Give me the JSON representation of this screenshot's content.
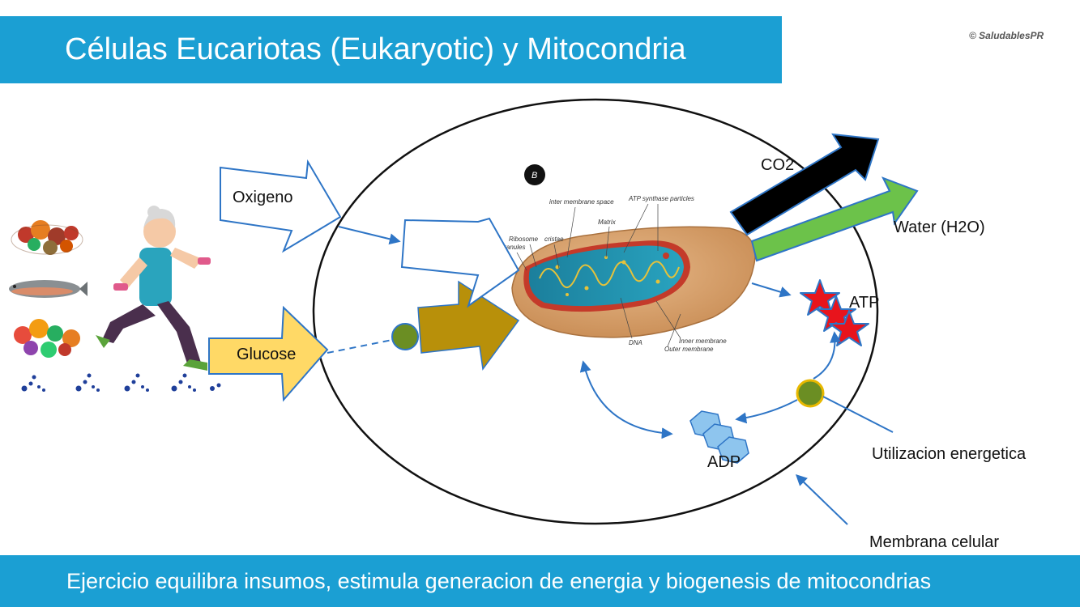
{
  "header": {
    "title": "Células Eucariotas (Eukaryotic) y  Mitocondria",
    "copyright": "© SaludablesPR"
  },
  "labels": {
    "oxygen": "Oxigeno",
    "glucose": "Glucose",
    "co2": "CO2",
    "water": "Water (H2O)",
    "atp": "ATP",
    "adp": "ADP",
    "energy_use": "Utilizacion energetica",
    "membrane": "Membrana celular"
  },
  "mitochondria": {
    "badge": "B",
    "parts": [
      "inter membrane space",
      "ATP synthase particles",
      "Matrix",
      "Ribosome",
      "cristae",
      "Granules",
      "DNA",
      "Inner membrane",
      "Outer membrane"
    ]
  },
  "footer": {
    "text": "Ejercicio equilibra insumos, estimula generacion de energia y biogenesis de mitocondrias"
  },
  "colors": {
    "band": "#1b9fd3",
    "glucose_arrow": "#ffd966",
    "glucose_dark_arrow": "#b8900a",
    "water_arrow": "#6cc24a",
    "co2_arrow": "#000000",
    "atp_star": "#e8141c",
    "adp_shape": "#8ec5ee",
    "molecule": "#6b8e23",
    "connector": "#2e75c6"
  }
}
